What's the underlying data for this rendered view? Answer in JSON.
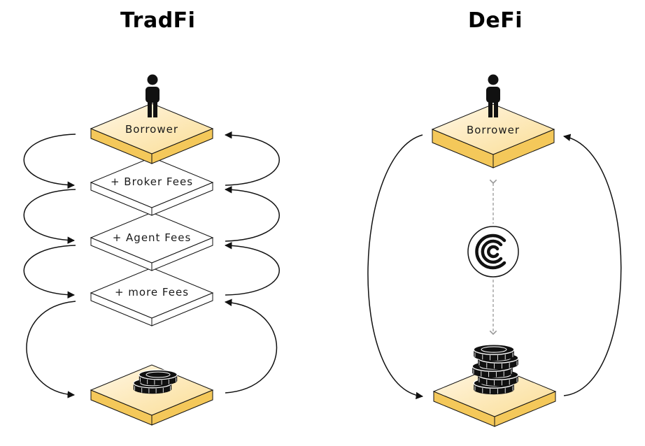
{
  "tradfi": {
    "title": "TradFi",
    "layers": [
      "Borrower",
      "+ Broker Fees",
      "+ Agent Fees",
      "+ more Fees",
      ""
    ]
  },
  "defi": {
    "title": "DeFi",
    "layers": [
      "Borrower",
      ""
    ]
  },
  "colors": {
    "gold_top": "#fbe3a6",
    "gold_side": "#f4c85a",
    "stroke": "#111111",
    "dashed_arrow": "#999999"
  },
  "icons": [
    "person-icon",
    "coin-stack-icon",
    "compound-logo-icon"
  ]
}
